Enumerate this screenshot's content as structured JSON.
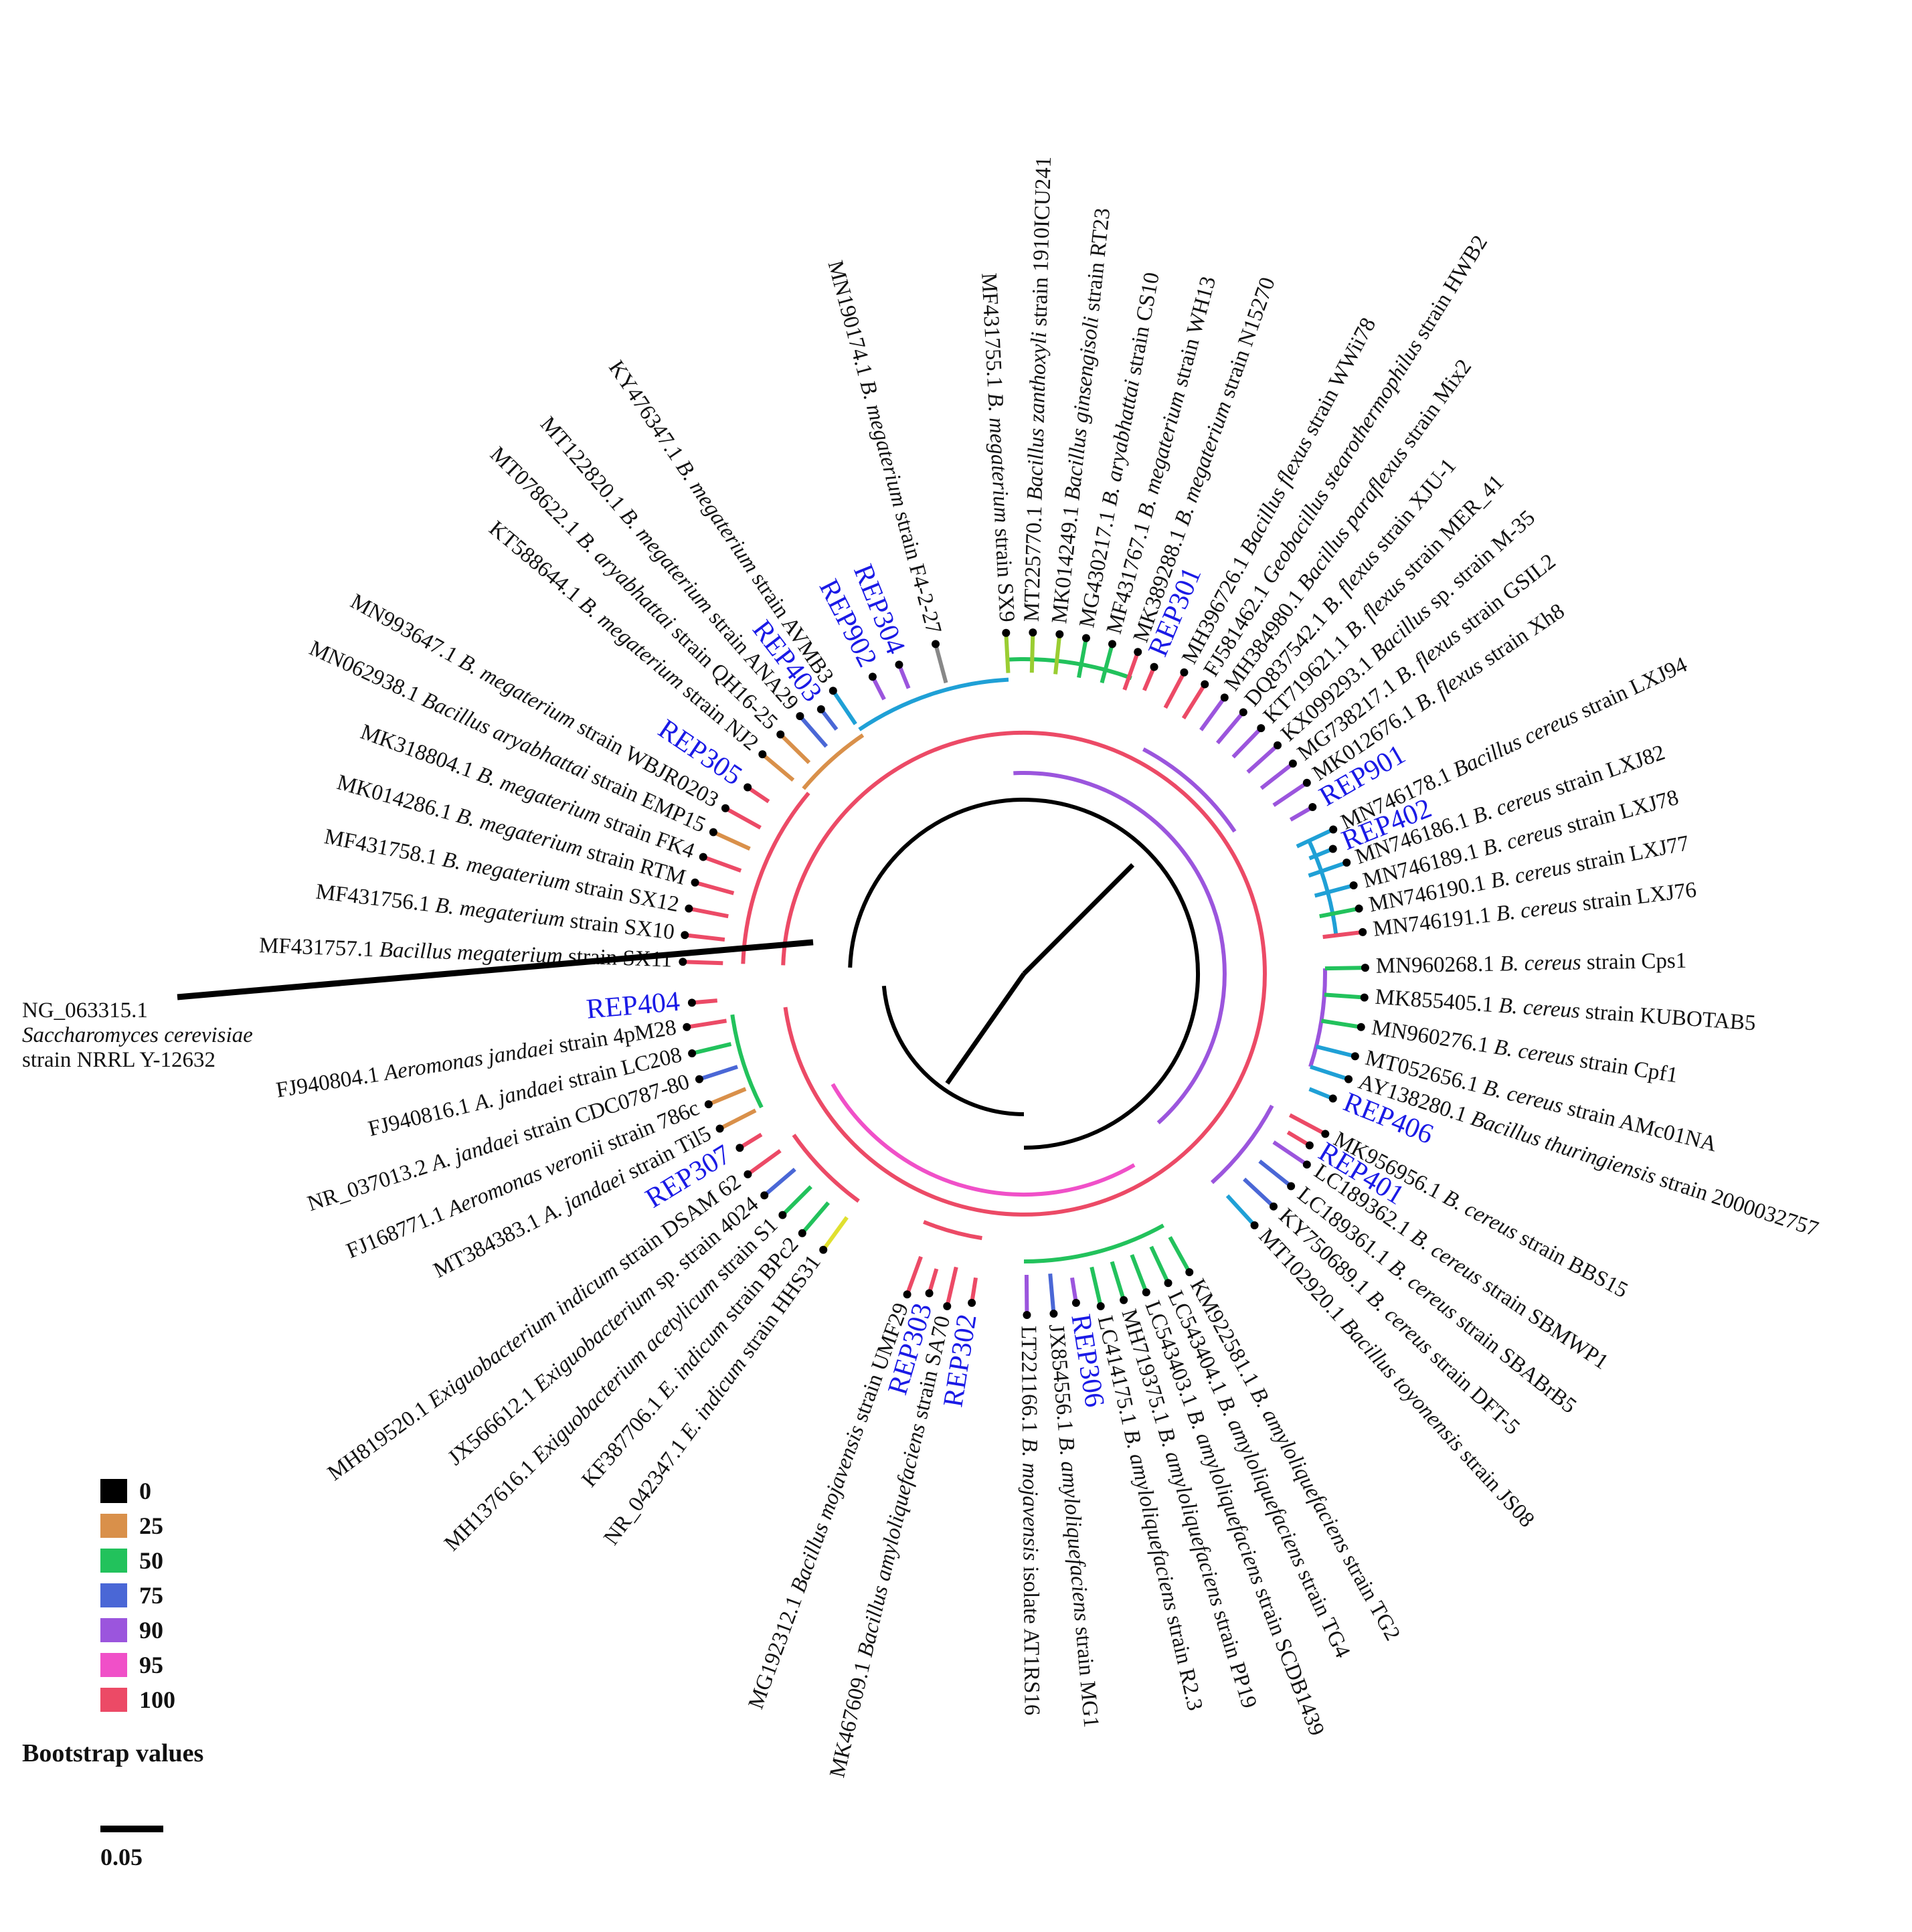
{
  "legend": {
    "title": "Bootstrap values",
    "items": [
      {
        "label": "0",
        "color": "#000000"
      },
      {
        "label": "25",
        "color": "#d9904a"
      },
      {
        "label": "50",
        "color": "#22c25c"
      },
      {
        "label": "75",
        "color": "#4a67d6"
      },
      {
        "label": "90",
        "color": "#9b55dd"
      },
      {
        "label": "95",
        "color": "#f050c8"
      },
      {
        "label": "100",
        "color": "#ec4a66"
      }
    ]
  },
  "scale_bar": {
    "label": "0.05"
  },
  "outgroup": {
    "line1": "NG_063315.1",
    "line2": "Saccharomyces cerevisiae",
    "line3": "strain NRRL Y-12632"
  },
  "leaves": [
    {
      "acc": "MF431755.1",
      "sp": "B. megaterium",
      "rest": "strain SX9",
      "angle": -93,
      "color": "#9acd32"
    },
    {
      "acc": "MT225770.1",
      "sp": "Bacillus zanthoxyli",
      "rest": "strain 1910ICU241",
      "angle": -88.5,
      "color": "#9acd32"
    },
    {
      "acc": "MK014249.1",
      "sp": "Bacillus ginsengisoli",
      "rest": "strain RT23",
      "angle": -84,
      "color": "#9acd32"
    },
    {
      "acc": "MG430217.1",
      "sp": "B. aryabhattai",
      "rest": "strain CS10",
      "angle": -79.5,
      "color": "#22c25c"
    },
    {
      "acc": "MF431767.1",
      "sp": "B. megaterium",
      "rest": "strain WH13",
      "angle": -75,
      "color": "#22c25c"
    },
    {
      "acc": "MK389288.1",
      "sp": "B. megaterium",
      "rest": "strain N15270",
      "angle": -70.5,
      "color": "#ec4a66"
    },
    {
      "acc": "MH396726.1",
      "sp": "Bacillus flexus",
      "rest": "strain WWii78",
      "angle": -62,
      "color": "#ec4a66"
    },
    {
      "acc": "FJ581462.1",
      "sp": "Geobacillus stearothermophilus",
      "rest": "strain HWB2",
      "angle": -58,
      "color": "#ec4a66"
    },
    {
      "acc": "MH384980.1",
      "sp": "Bacillus paraflexus",
      "rest": "strain Mix2",
      "angle": -54,
      "color": "#9b55dd"
    },
    {
      "acc": "DQ837542.1",
      "sp": "B. flexus",
      "rest": "strain XJU-1",
      "angle": -50,
      "color": "#9b55dd"
    },
    {
      "acc": "KT719621.1",
      "sp": "B. flexus",
      "rest": "strain MER_41",
      "angle": -46,
      "color": "#9b55dd"
    },
    {
      "acc": "KX099293.1",
      "sp": "Bacillus",
      "rest": "sp. strain M-35",
      "angle": -42,
      "color": "#9b55dd"
    },
    {
      "acc": "MG738217.1",
      "sp": "B. flexus",
      "rest": "strain GSIL2",
      "angle": -38,
      "color": "#9b55dd"
    },
    {
      "acc": "MK012676.1",
      "sp": "B. flexus",
      "rest": "strain Xh8",
      "angle": -34,
      "color": "#9b55dd"
    },
    {
      "acc": "MN746178.1",
      "sp": "Bacillus cereus",
      "rest": "strain LXJ94",
      "angle": -25,
      "color": "#1fa0d6"
    },
    {
      "acc": "MN746186.1",
      "sp": "B. cereus",
      "rest": "strain LXJ82",
      "angle": -19,
      "color": "#1fa0d6"
    },
    {
      "acc": "MN746189.1",
      "sp": "B. cereus",
      "rest": "strain LXJ78",
      "angle": -15,
      "color": "#1fa0d6"
    },
    {
      "acc": "MN746190.1",
      "sp": "B. cereus",
      "rest": "strain LXJ77",
      "angle": -11,
      "color": "#22c25c"
    },
    {
      "acc": "MN746191.1",
      "sp": "B. cereus",
      "rest": "strain LXJ76",
      "angle": -7,
      "color": "#ec4a66"
    },
    {
      "acc": "MN960268.1",
      "sp": "B. cereus",
      "rest": "strain Cps1",
      "angle": -1,
      "color": "#22c25c"
    },
    {
      "acc": "MK855405.1",
      "sp": "B. cereus",
      "rest": "strain KUBOTAB5",
      "angle": 4,
      "color": "#22c25c"
    },
    {
      "acc": "MN960276.1",
      "sp": "B. cereus",
      "rest": "strain Cpf1",
      "angle": 9,
      "color": "#22c25c"
    },
    {
      "acc": "MT052656.1",
      "sp": "B. cereus",
      "rest": "strain AMc01NA",
      "angle": 14,
      "color": "#1fa0d6"
    },
    {
      "acc": "AY138280.1",
      "sp": "Bacillus thuringiensis",
      "rest": "strain 2000032757",
      "angle": 18,
      "color": "#1fa0d6"
    },
    {
      "acc": "MK956956.1",
      "sp": "B. cereus",
      "rest": "strain BBS15",
      "angle": 28,
      "color": "#ec4a66"
    },
    {
      "acc": "LC189362.1",
      "sp": "B. cereus",
      "rest": "strain SBMWP1",
      "angle": 34,
      "color": "#9b55dd"
    },
    {
      "acc": "LC189361.1",
      "sp": "B. cereus",
      "rest": "strain SBABrB5",
      "angle": 38.5,
      "color": "#4a67d6"
    },
    {
      "acc": "KY750689.1",
      "sp": "B. cereus",
      "rest": "strain DFT-5",
      "angle": 43,
      "color": "#4a67d6"
    },
    {
      "acc": "MT102920.1",
      "sp": "Bacillus toyonensis",
      "rest": "strain JS08",
      "angle": 47.5,
      "color": "#1fa0d6"
    },
    {
      "acc": "KM922581.1",
      "sp": "B. amyloliquefaciens",
      "rest": "strain TG2",
      "angle": 61,
      "color": "#22c25c"
    },
    {
      "acc": "LC543404.1",
      "sp": "B. amyloliquefaciens",
      "rest": "strain TG4",
      "angle": 65,
      "color": "#22c25c"
    },
    {
      "acc": "LC543403.1",
      "sp": "B. amyloliquefaciens",
      "rest": "strain SCDB1439",
      "angle": 69,
      "color": "#22c25c"
    },
    {
      "acc": "MH719375.1",
      "sp": "B. amyloliquefaciens",
      "rest": "strain PP19",
      "angle": 73,
      "color": "#22c25c"
    },
    {
      "acc": "LC414175.1",
      "sp": "B. amyloliquefaciens",
      "rest": "strain R2.3",
      "angle": 77,
      "color": "#22c25c"
    },
    {
      "acc": "JX854556.1",
      "sp": "B. amyloliquefaciens",
      "rest": "strain MG1",
      "angle": 85,
      "color": "#4a67d6"
    },
    {
      "acc": "LT221166.1",
      "sp": "B. mojavensis",
      "rest": "isolate AT1RS16",
      "angle": 89.5,
      "color": "#9b55dd"
    },
    {
      "acc": "MK467609.1",
      "sp": "Bacillus amyloliquefaciens",
      "rest": "strain SA70",
      "angle": 103,
      "color": "#ec4a66"
    },
    {
      "acc": "MG192312.1",
      "sp": "Bacillus mojavensis",
      "rest": "strain UMF29",
      "angle": 110,
      "color": "#ec4a66"
    },
    {
      "acc": "NR_042347.1",
      "sp": "E. indicum",
      "rest": "strain HHS31",
      "angle": 126,
      "color": "#e0e030"
    },
    {
      "acc": "KF387706.1",
      "sp": "E. indicum",
      "rest": "strain BPc2",
      "angle": 130.5,
      "color": "#22c25c"
    },
    {
      "acc": "MH137616.1",
      "sp": "Exiguobacterium acetylicum",
      "rest": "strain S1",
      "angle": 135,
      "color": "#22c25c"
    },
    {
      "acc": "JX566612.1",
      "sp": "Exiguobacterium",
      "rest": "sp. strain 4024",
      "angle": 139.5,
      "color": "#4a67d6"
    },
    {
      "acc": "MH819520.1",
      "sp": "Exiguobacterium indicum",
      "rest": "strain DSAM 62",
      "angle": 144,
      "color": "#ec4a66"
    },
    {
      "acc": "MT384383.1",
      "sp": "A. jandaei",
      "rest": "strain Til5",
      "angle": 153,
      "color": "#d9904a"
    },
    {
      "acc": "FJ168771.1",
      "sp": "Aeromonas veronii",
      "rest": "strain 786c",
      "angle": 157.5,
      "color": "#d9904a"
    },
    {
      "acc": "NR_037013.2",
      "sp": "A. jandaei",
      "rest": "strain CDC0787-80",
      "angle": 162,
      "color": "#4a67d6"
    },
    {
      "acc": "FJ940816.1",
      "sp": "A. jandaei",
      "rest": "strain LC208",
      "angle": 166.5,
      "color": "#22c25c"
    },
    {
      "acc": "FJ940804.1",
      "sp": "Aeromonas jandaei",
      "rest": "strain 4pM28",
      "angle": 171,
      "color": "#ec4a66"
    },
    {
      "acc": "MF431757.1",
      "sp": "Bacillus megaterium",
      "rest": "strain SX11",
      "angle": -178,
      "color": "#ec4a66"
    },
    {
      "acc": "MF431756.1",
      "sp": "B. megaterium",
      "rest": "strain SX10",
      "angle": -173.5,
      "color": "#ec4a66"
    },
    {
      "acc": "MF431758.1",
      "sp": "B. megaterium",
      "rest": "strain SX12",
      "angle": -169,
      "color": "#ec4a66"
    },
    {
      "acc": "MK014286.1",
      "sp": "B. megaterium",
      "rest": "strain RTM",
      "angle": -164.5,
      "color": "#ec4a66"
    },
    {
      "acc": "MK318804.1",
      "sp": "B. megaterium",
      "rest": "strain FK4",
      "angle": -160,
      "color": "#ec4a66"
    },
    {
      "acc": "MN062938.1",
      "sp": "Bacillus aryabhattai",
      "rest": "strain EMP15",
      "angle": -155.5,
      "color": "#d9904a"
    },
    {
      "acc": "MN993647.1",
      "sp": "B. megaterium",
      "rest": "strain WBJR0203",
      "angle": -151,
      "color": "#ec4a66"
    },
    {
      "acc": "KT588644.1",
      "sp": "B. megaterium",
      "rest": "strain NJ2",
      "angle": -140,
      "color": "#d9904a"
    },
    {
      "acc": "MT078622.1",
      "sp": "B. aryabhattai",
      "rest": "strain QH16-25",
      "angle": -135.5,
      "color": "#d9904a"
    },
    {
      "acc": "MT122820.1",
      "sp": "B. megaterium",
      "rest": "strain ANA29",
      "angle": -131,
      "color": "#4a67d6"
    },
    {
      "acc": "KY476347.1",
      "sp": "B. megaterium",
      "rest": "strain AVMB3",
      "angle": -124,
      "color": "#1fa0d6"
    },
    {
      "acc": "MN190174.1",
      "sp": "B. megaterium",
      "rest": "strain F4-2-27",
      "angle": -105,
      "color": "#888888"
    }
  ],
  "isolates": [
    {
      "label": "REP301",
      "angle": -67,
      "color": "#ec4a66"
    },
    {
      "label": "REP901",
      "angle": -30,
      "color": "#9b55dd"
    },
    {
      "label": "REP402",
      "angle": -22,
      "color": "#1fa0d6"
    },
    {
      "label": "REP406",
      "angle": 22,
      "color": "#1fa0d6"
    },
    {
      "label": "REP401",
      "angle": 31,
      "color": "#ec4a66"
    },
    {
      "label": "REP306",
      "angle": 81,
      "color": "#9b55dd"
    },
    {
      "label": "REP302",
      "angle": 99,
      "color": "#ec4a66"
    },
    {
      "label": "REP303",
      "angle": 106.5,
      "color": "#ec4a66"
    },
    {
      "label": "REP307",
      "angle": 148.5,
      "color": "#ec4a66"
    },
    {
      "label": "REP404",
      "angle": 175,
      "color": "#ec4a66"
    },
    {
      "label": "REP305",
      "angle": -146,
      "color": "#ec4a66"
    },
    {
      "label": "REP403",
      "angle": -127.5,
      "color": "#4a67d6"
    },
    {
      "label": "REP304",
      "angle": -112,
      "color": "#9b55dd"
    },
    {
      "label": "REP902",
      "angle": -117,
      "color": "#9b55dd"
    }
  ]
}
